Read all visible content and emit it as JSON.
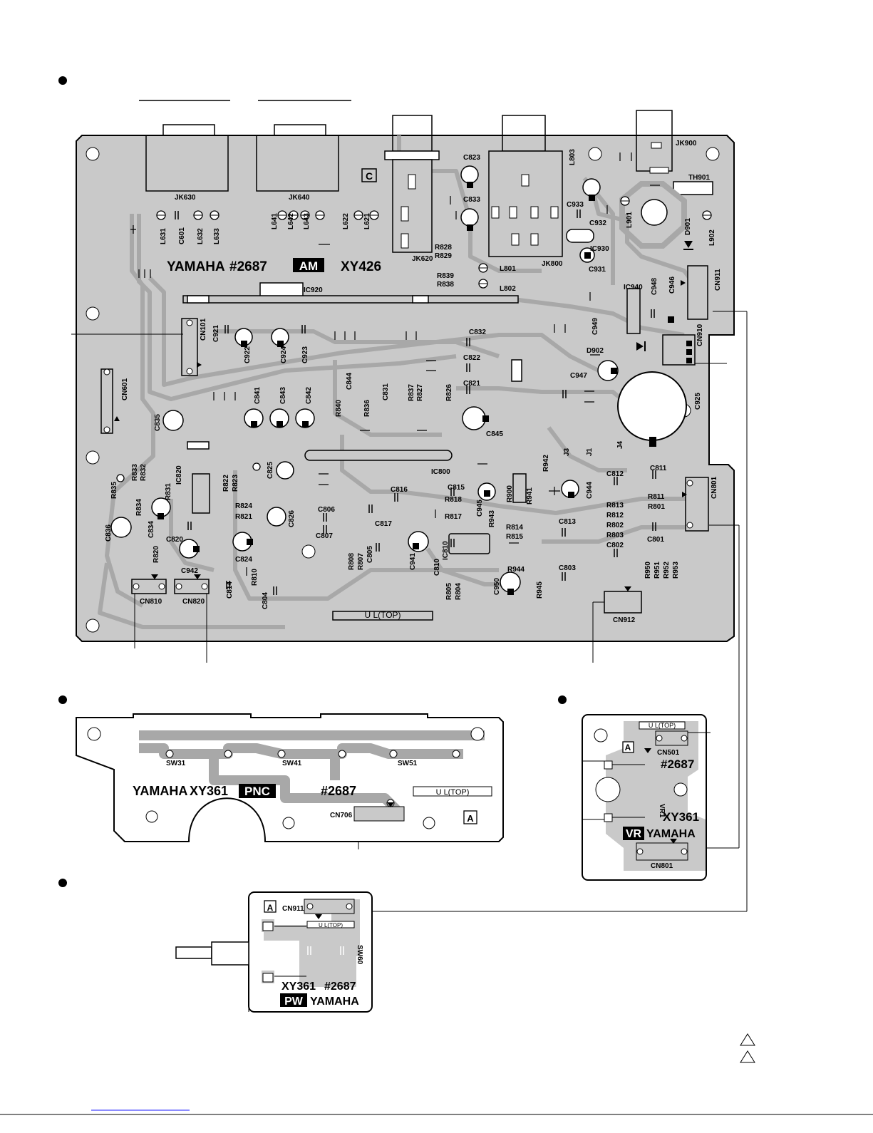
{
  "main_board": {
    "brand": "YAMAHA",
    "code": "#2687",
    "tag": "AM",
    "model": "XY426",
    "top_marker": "U L(TOP)",
    "corner_mark": "C",
    "connectors": [
      "CN101",
      "CN601",
      "CN810",
      "CN820",
      "CN912",
      "CN801",
      "CN910",
      "CN911"
    ],
    "jacks": [
      "JK630",
      "JK640",
      "JK620",
      "JK800",
      "JK900"
    ],
    "ics": [
      "IC920",
      "IC800",
      "IC820",
      "IC930",
      "IC940",
      "IC810"
    ],
    "capacitors": [
      "C601",
      "C823",
      "C833",
      "C933",
      "C932",
      "C931",
      "C946",
      "C948",
      "C949",
      "C947",
      "C925",
      "C921",
      "C922",
      "C924",
      "C923",
      "C832",
      "C822",
      "C821",
      "C831",
      "C844",
      "C841",
      "C843",
      "C842",
      "C835",
      "C845",
      "C836",
      "C834",
      "C820",
      "C826",
      "C825",
      "C806",
      "C807",
      "C816",
      "C817",
      "C815",
      "C945",
      "C944",
      "C813",
      "C812",
      "C811",
      "C801",
      "C802",
      "C803",
      "C814",
      "C804",
      "C805",
      "C941",
      "C810",
      "C950",
      "C942",
      "C824"
    ],
    "resistors": [
      "R828",
      "R829",
      "R839",
      "R838",
      "R840",
      "R836",
      "R837",
      "R827",
      "R826",
      "R833",
      "R832",
      "R835",
      "R831",
      "R834",
      "R822",
      "R823",
      "R824",
      "R821",
      "R810",
      "R820",
      "R942",
      "R900",
      "R941",
      "R943",
      "R814",
      "R815",
      "R818",
      "R817",
      "R813",
      "R812",
      "R802",
      "R803",
      "R811",
      "R801",
      "R808",
      "R807",
      "R944",
      "R945",
      "R805",
      "R804",
      "R950",
      "R951",
      "R952",
      "R953"
    ],
    "inductors": [
      "L631",
      "L632",
      "L633",
      "L641",
      "L642",
      "L643",
      "L622",
      "L621",
      "L803",
      "L801",
      "L802",
      "L901",
      "L902"
    ],
    "diodes": [
      "D901",
      "D902"
    ],
    "thermistors": [
      "TH901"
    ],
    "jumpers": [
      "J1",
      "J3",
      "J4"
    ]
  },
  "pnc_board": {
    "brand": "YAMAHA",
    "model": "XY361",
    "tag": "PNC",
    "code": "#2687",
    "top_marker": "U L(TOP)",
    "corner_mark": "A",
    "switches": [
      "SW31",
      "SW41",
      "SW51"
    ],
    "connector": "CN706"
  },
  "vr_board": {
    "top_marker": "U L(TOP)",
    "corner_mark": "A",
    "connector_top": "CN501",
    "code": "#2687",
    "pot": "VR1",
    "model": "XY361",
    "tag": "VR",
    "brand": "YAMAHA",
    "connector_bottom": "CN801"
  },
  "pw_board": {
    "corner_mark": "A",
    "connector": "CN911",
    "top_marker": "U L(TOP)",
    "switch": "SW60",
    "model": "XY361",
    "code": "#2687",
    "tag": "PW",
    "brand": "YAMAHA"
  },
  "colors": {
    "board": "#c9c9c9",
    "trace": "#a8a8a8",
    "ink": "#000000",
    "paper": "#ffffff",
    "link": "#1a1aff"
  }
}
